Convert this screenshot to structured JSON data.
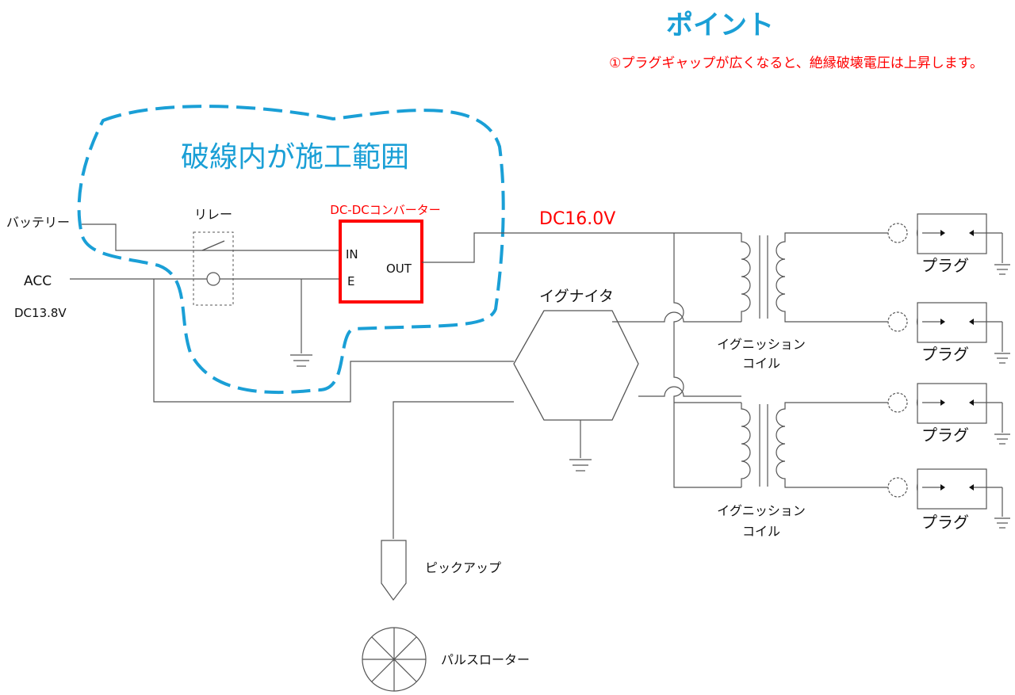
{
  "header": {
    "title": "ポイント",
    "note": "①プラグギャップが広くなると、絶縁破壊電圧は上昇します。"
  },
  "region_label": "破線内が施工範囲",
  "labels": {
    "battery": "バッテリー",
    "acc": "ACC",
    "acc_voltage": "DC13.8V",
    "relay": "リレー",
    "converter": "DC-DCコンバーター",
    "conv_in": "IN",
    "conv_e": "E",
    "conv_out": "OUT",
    "output_voltage": "DC16.0V",
    "igniter": "イグナイタ",
    "coil_line1": "イグニッション",
    "coil_line2": "コイル",
    "plug": "プラグ",
    "pickup": "ピックアップ",
    "pulse_rotor": "パルスローター"
  },
  "colors": {
    "dashed_region": "#1a9fd6",
    "converter_box": "#ff0000",
    "accent_text": "#ff0000",
    "title_text": "#1a9fd6",
    "wire": "#555555"
  }
}
